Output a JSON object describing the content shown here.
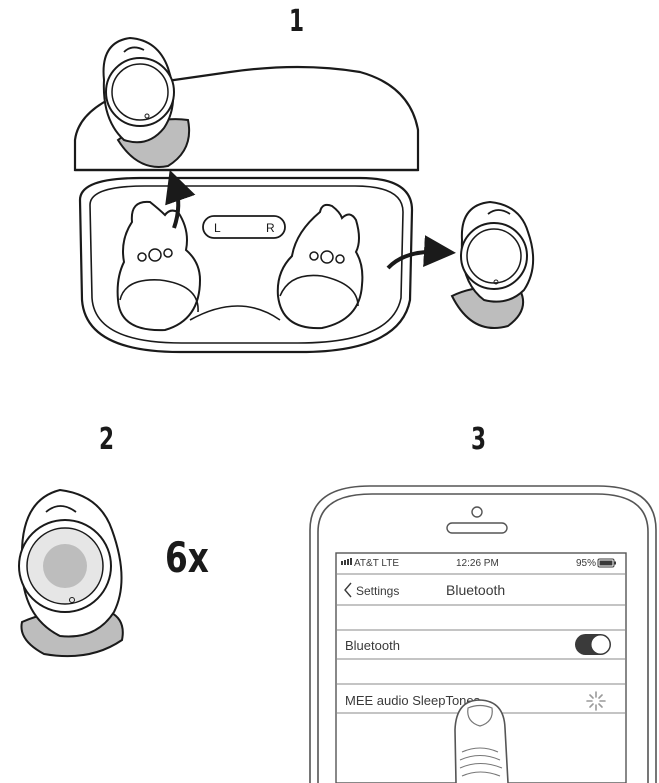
{
  "steps": [
    {
      "number": "1"
    },
    {
      "number": "2",
      "repeat": "6x"
    },
    {
      "number": "3"
    }
  ],
  "case": {
    "left_label": "L",
    "right_label": "R"
  },
  "phone": {
    "status_bar": {
      "carrier": "AT&T  LTE",
      "time": "12:26 PM",
      "battery": "95%"
    },
    "nav": {
      "back_label": "Settings",
      "title": "Bluetooth"
    },
    "rows": [
      {
        "label": "Bluetooth",
        "toggle": "on"
      },
      {
        "label": "MEE audio SleepTones",
        "status": "connecting-spinner"
      }
    ]
  },
  "colors": {
    "line": "#1a1a1a",
    "fill_light": "#e6e6e6",
    "fill_mid": "#bdbdbd",
    "phone_line": "#555555"
  }
}
